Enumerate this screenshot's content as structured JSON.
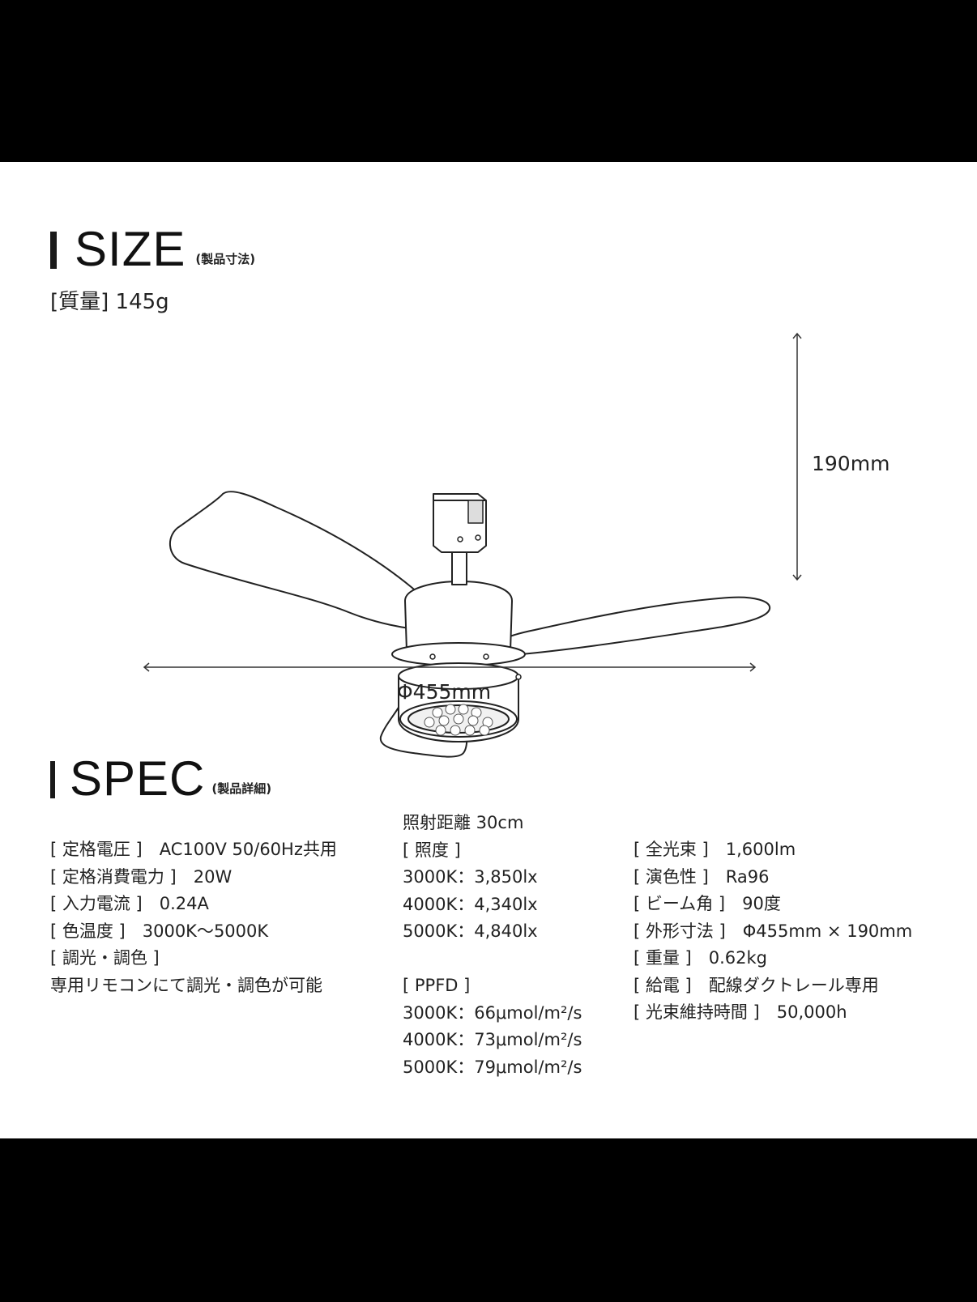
{
  "size_section": {
    "title": "SIZE",
    "subtitle": "(製品寸法)",
    "weight": "[質量] 145g",
    "height_label": "190mm",
    "diameter_label": "Φ455mm"
  },
  "spec_section": {
    "title": "SPEC",
    "subtitle": "(製品詳細)",
    "col1": [
      "[ 定格電圧 ]　AC100V 50/60Hz共用",
      "[ 定格消費電力 ]　20W",
      "[ 入力電流 ]　0.24A",
      "[ 色温度 ]　3000K〜5000K",
      "[ 調光・調色 ]",
      "専用リモコンにて調光・調色が可能"
    ],
    "col2": [
      "照射距離 30cm",
      "[ 照度 ]",
      "3000K：3,850lx",
      "4000K：4,340lx",
      "5000K：4,840lx",
      "",
      "[ PPFD ]",
      "3000K：66μmol/m²/s",
      "4000K：73μmol/m²/s",
      "5000K：79μmol/m²/s"
    ],
    "col3": [
      "[ 全光束 ]　1,600lm",
      "[ 演色性 ]　Ra96",
      "[ ビーム角 ]　90度",
      "[ 外形寸法 ]　Φ455mm × 190mm",
      "[ 重量 ]　0.62kg",
      "[ 給電 ]　配線ダクトレール専用",
      "[ 光束維持時間 ]　50,000h"
    ]
  }
}
